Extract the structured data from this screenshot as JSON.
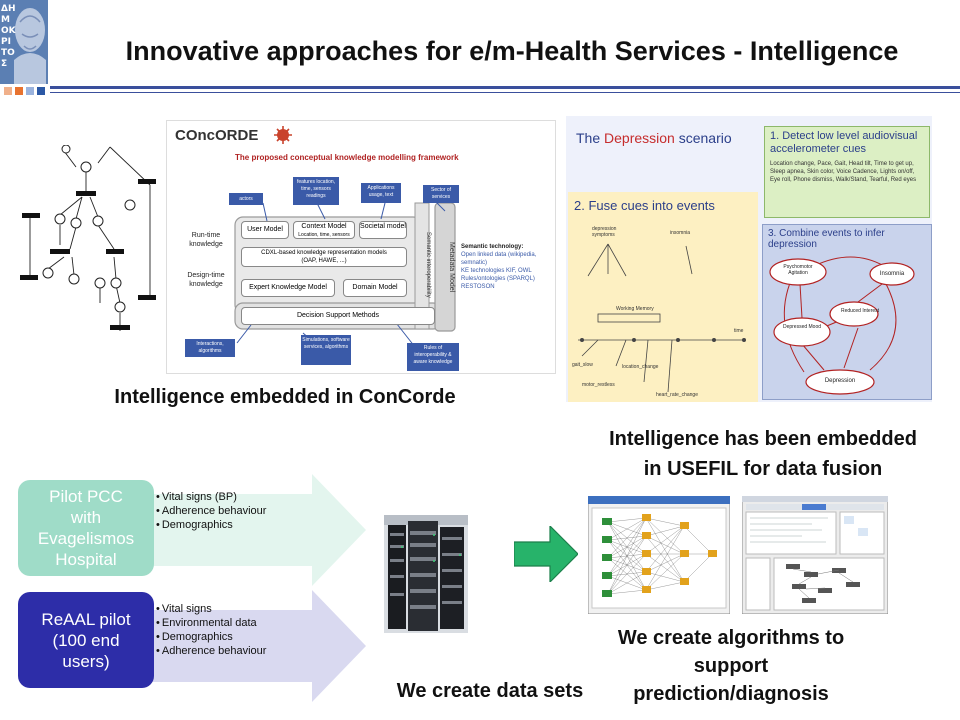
{
  "slide": {
    "title": "Innovative approaches for e/m-Health Services - Intelligence"
  },
  "logo": {
    "text": "ΔΗΜΟΚΡΙΤΟΣ",
    "accent": "#5b7fb3"
  },
  "colors": {
    "rule": "#3a4f9c",
    "pilot_pcc": "#9fdcc8",
    "pilot_pcc_arrow": "#e3f5ee",
    "pilot_reaal": "#2d2da8",
    "pilot_reaal_arrow": "#d9d9f0",
    "green_arrow": "#27b36a"
  },
  "concorde": {
    "logo_text": "COncORDE",
    "subtitle": "The proposed conceptual knowledge modelling framework",
    "left_labels": [
      "Run-time knowledge",
      "Design-time knowledge"
    ],
    "top_notes": [
      "actors",
      "features location, time, sensors readings",
      "Applications usage, text",
      "Sector of services"
    ],
    "boxes": {
      "user_model": "User Model",
      "context_model": "Context Model",
      "context_model_sub": "Location, time, sensors",
      "societal_model": "Societal model",
      "cdxl": "CDXL-based knowledge representation models",
      "cdxl_sub": "(OAP, HAWE, ...)",
      "expert_model": "Expert Knowledge Model",
      "domain_model": "Domain Model",
      "dsm": "Decision Support Methods",
      "metadata_model": "Metadata Model",
      "semantic_interop": "Semantic interoperability"
    },
    "semantic_title": "Semantic technology:",
    "semantic_items": [
      "Open linked data (wikipedia, semnatic)",
      "KE technologies KIF, OWL",
      "Rules/ontologies (SPARQL)",
      "RESTOSON"
    ],
    "bottom_notes": [
      "Interactions, algorithms",
      "Simulations, software services, algorithms",
      "Rules of interoperability & aware knowledge"
    ],
    "caption": "Intelligence embedded in ConCorde"
  },
  "depression": {
    "heading_prefix": "The ",
    "heading_word": "Depression",
    "heading_suffix": " scenario",
    "step1_title": "1. Detect low level audiovisual accelerometer cues",
    "step1_body": "Location change, Pace, Gait, Head tilt, Time to get up, Sleep apnea, Skin color, Voice Cadence, Lights on/off, Eye roll, Phone dismiss, Walk/Stand, Tearful, Red eyes",
    "step2_title": "2. Fuse cues into events",
    "step3_title": "3. Combine events to infer depression",
    "timeline_labels": [
      "depression symptoms",
      "insomnia",
      "Working Memory",
      "gait_slow",
      "location_change",
      "motor_restless",
      "heart_rate_change",
      "time"
    ],
    "graph_nodes": [
      "Psychomotor Agitation",
      "Insomnia",
      "Reduced Interest",
      "Depressed Mood",
      "Depression"
    ],
    "caption_line1": "Intelligence has been embedded",
    "caption_line2": "in USEFIL for data fusion"
  },
  "pilots": [
    {
      "name": "Pilot PCC with Evagelismos Hospital",
      "lines": [
        "Pilot PCC",
        "with",
        "Evagelismos",
        "Hospital"
      ],
      "items": [
        "Vital signs (BP)",
        "Adherence behaviour",
        "Demographics"
      ]
    },
    {
      "name": "ReAAL pilot (100 end users)",
      "lines": [
        "ReAAL pilot",
        "(100 end",
        "users)"
      ],
      "items": [
        "Vital signs",
        "Environmental data",
        "Demographics",
        "Adherence behaviour"
      ]
    }
  ],
  "datasets": {
    "caption": "We create data sets"
  },
  "algorithms": {
    "caption_lines": [
      "We create algorithms to",
      "support",
      "prediction/diagnosis"
    ]
  }
}
